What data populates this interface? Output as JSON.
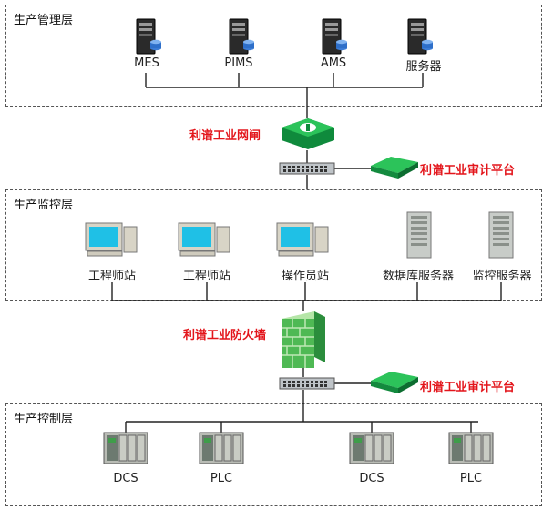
{
  "layers": {
    "management": "生产管理层",
    "monitoring": "生产监控层",
    "control": "生产控制层"
  },
  "management_nodes": [
    "MES",
    "PIMS",
    "AMS",
    "服务器"
  ],
  "gateway": "利谱工业网闸",
  "audit_top": "利谱工业审计平台",
  "monitoring_nodes": [
    "工程师站",
    "工程师站",
    "操作员站",
    "数据库服务器",
    "监控服务器"
  ],
  "firewall": "利谱工业防火墙",
  "audit_bottom": "利谱工业审计平台",
  "control_nodes": [
    "DCS",
    "PLC",
    "DCS",
    "PLC"
  ]
}
